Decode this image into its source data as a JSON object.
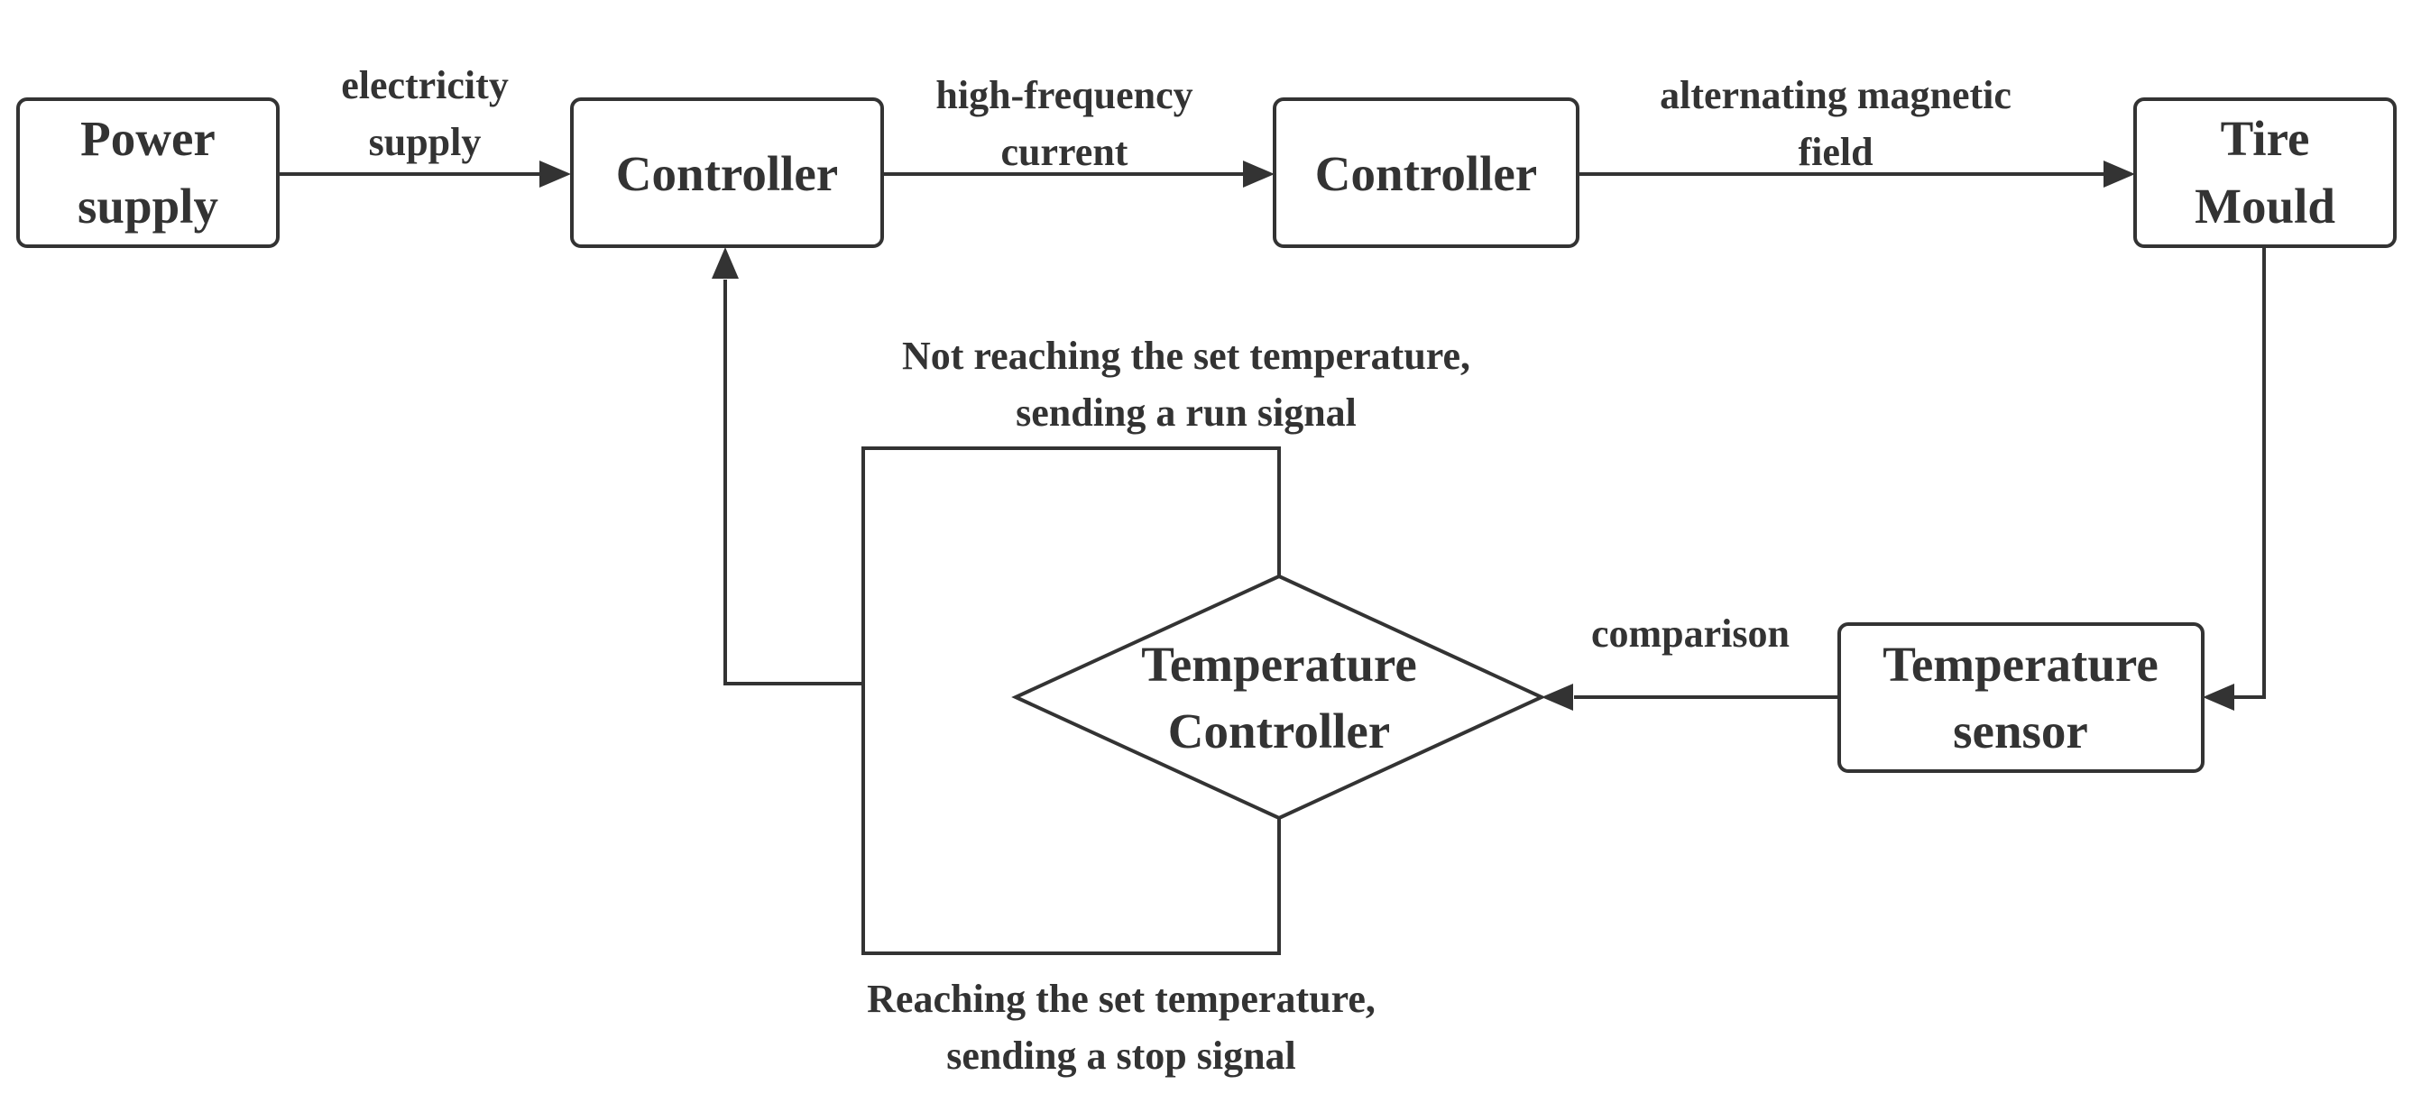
{
  "nodes": {
    "power_supply": {
      "line1": "Power",
      "line2": "supply"
    },
    "controller_1": {
      "label": "Controller"
    },
    "controller_2": {
      "label": "Controller"
    },
    "tire_mould": {
      "line1": "Tire",
      "line2": "Mould"
    },
    "temperature_sensor": {
      "line1": "Temperature",
      "line2": "sensor"
    },
    "temperature_controller": {
      "line1": "Temperature",
      "line2": "Controller"
    }
  },
  "edges": {
    "electricity_supply": {
      "line1": "electricity",
      "line2": "supply"
    },
    "high_frequency_current": {
      "line1": "high-frequency",
      "line2": "current"
    },
    "alternating_magnetic_field": {
      "line1": "alternating magnetic",
      "line2": "field"
    },
    "comparison": {
      "label": "comparison"
    },
    "run_signal": {
      "line1": "Not reaching the set temperature,",
      "line2": "sending a run signal"
    },
    "stop_signal": {
      "line1": "Reaching the set temperature,",
      "line2": "sending a stop signal"
    }
  },
  "colors": {
    "stroke": "#333333",
    "text": "#333333",
    "background": "#ffffff"
  }
}
